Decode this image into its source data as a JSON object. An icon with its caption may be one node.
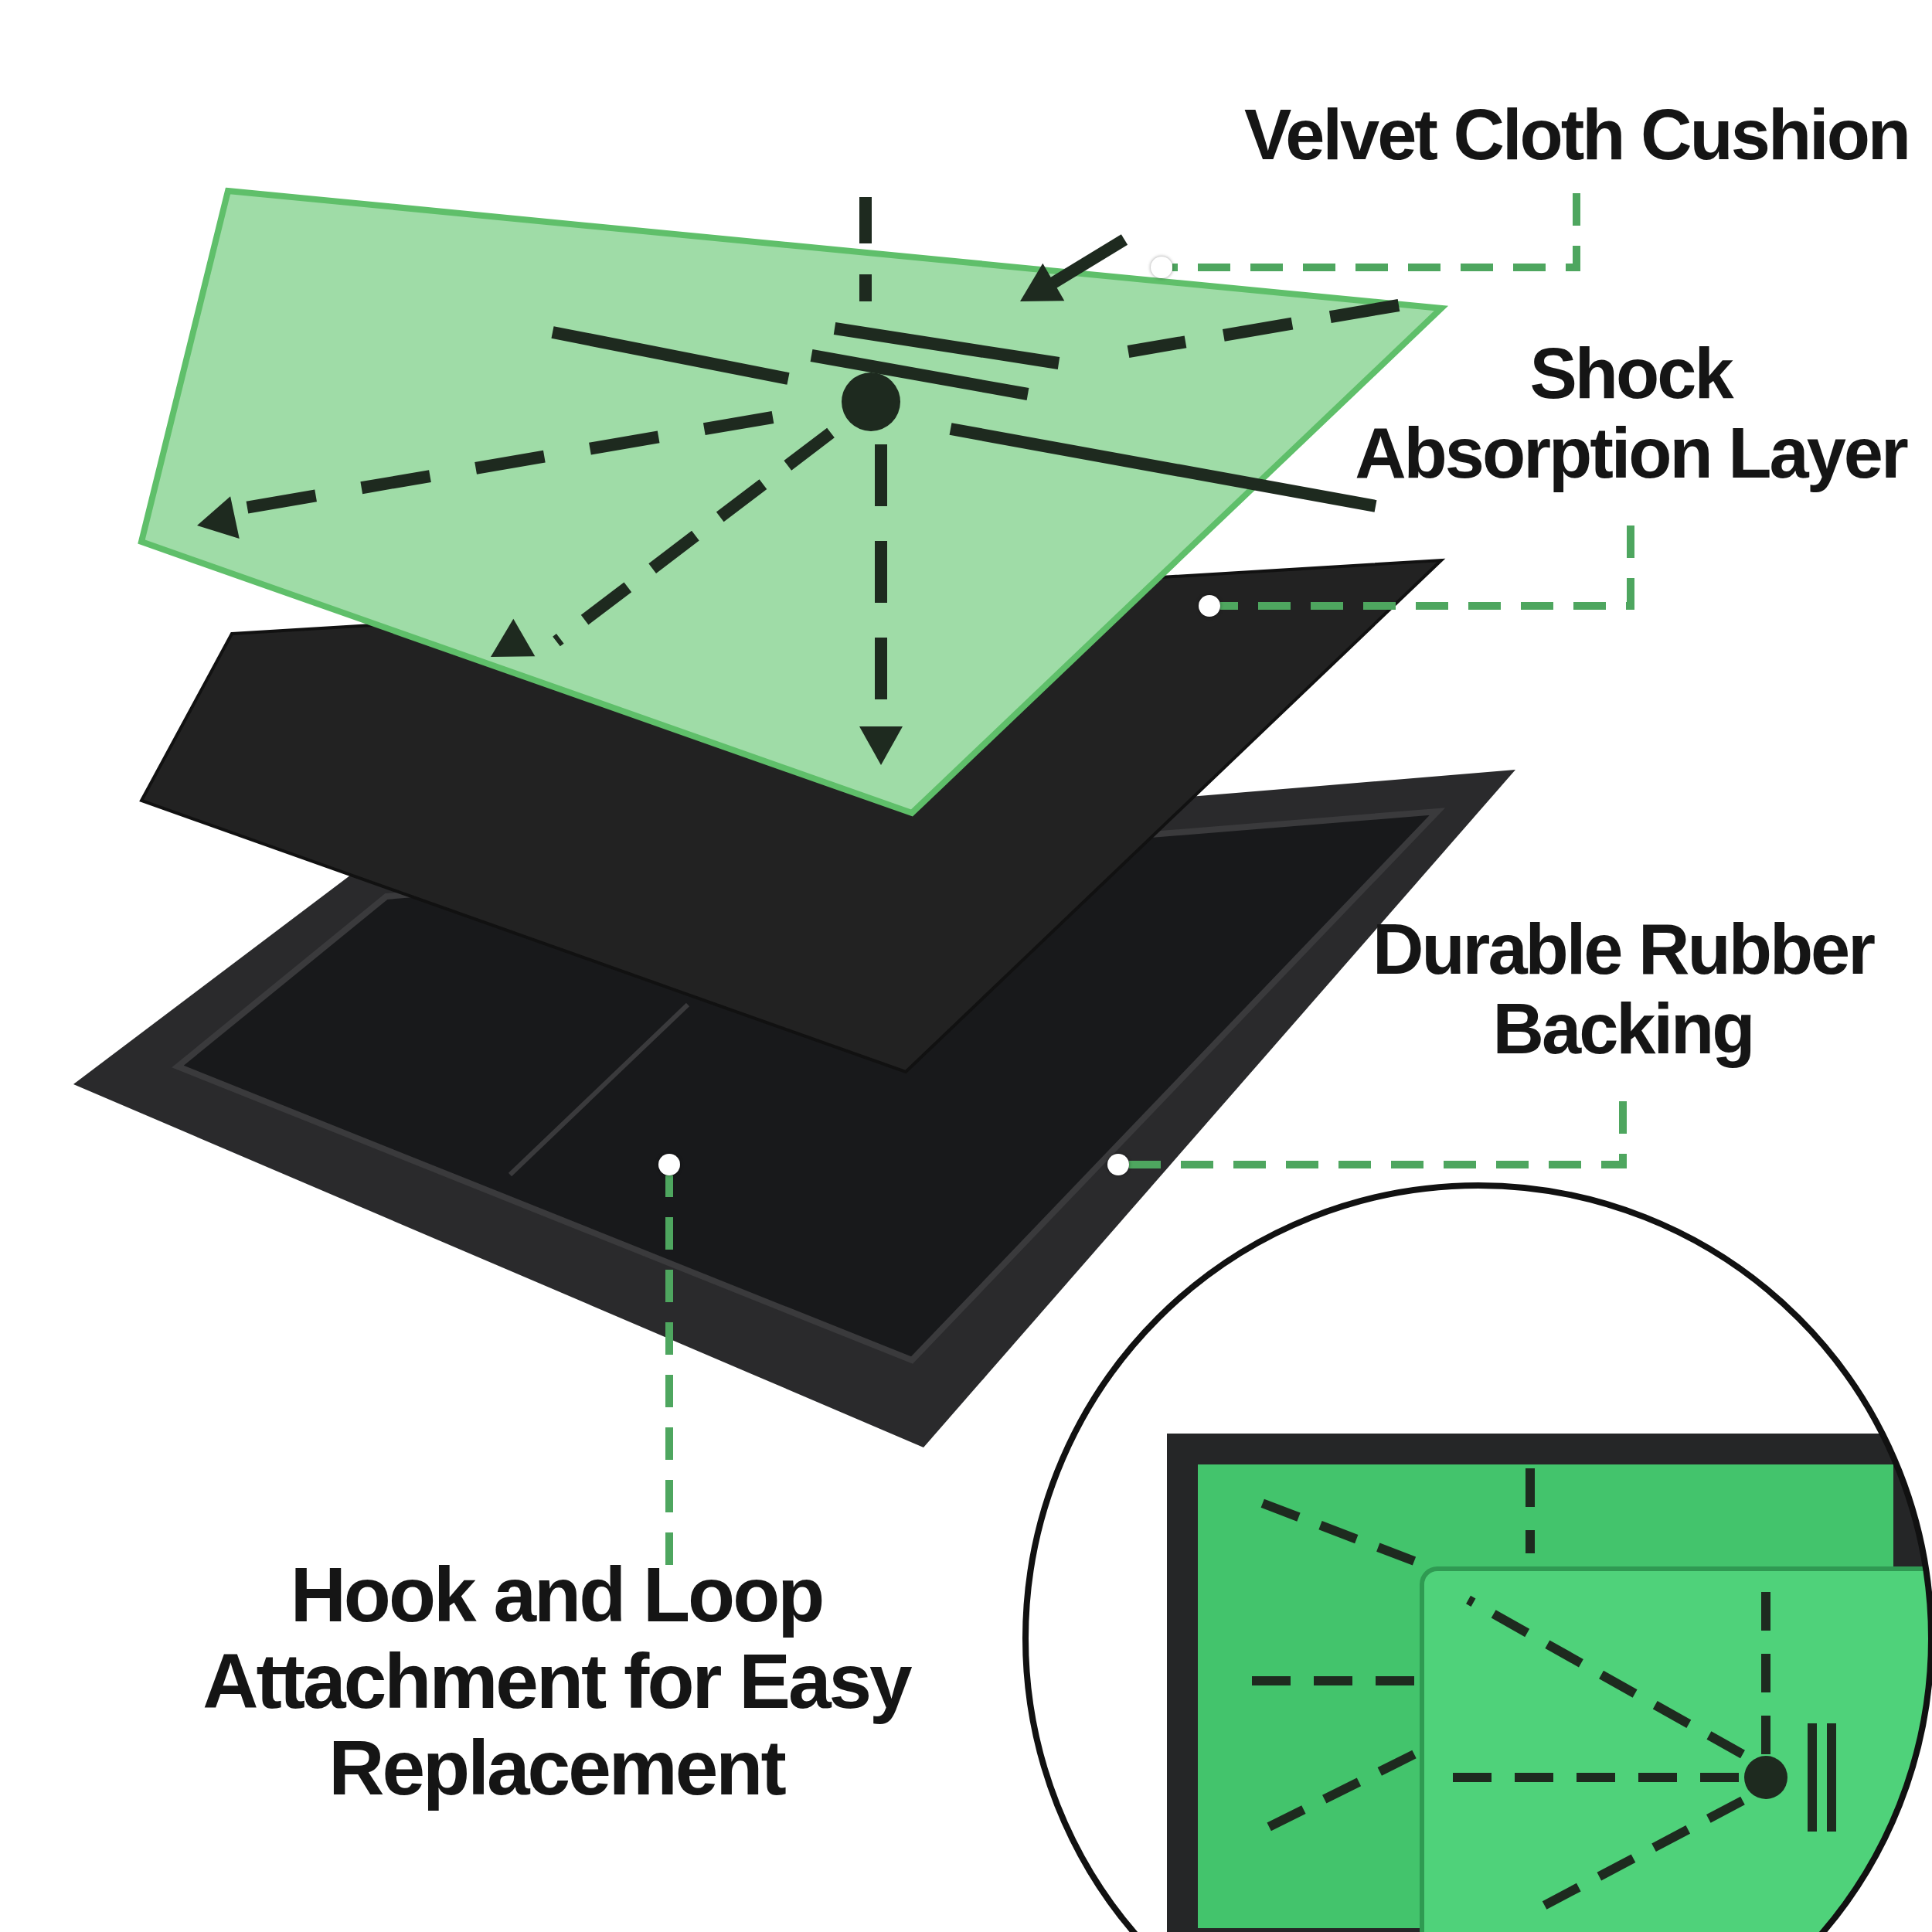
{
  "diagram": {
    "nodes": [
      {
        "text": [
          "Velvet Cloth Cushion"
        ]
      },
      {
        "text": [
          "Shock Absorption Layer"
        ]
      },
      {
        "text": [
          "Durable Rubber Backing"
        ]
      },
      {
        "text": [
          "Hook and Loop Attachment for Easy Replacement"
        ]
      },
      {
        "text": [],
        "shape": "circle"
      },
      {
        "text": [],
        "shape": "circle"
      },
      {
        "text": [],
        "shape": "circle"
      },
      {
        "text": [],
        "shape": "circle"
      }
    ],
    "edges": [
      {
        "from": 0,
        "to": 4,
        "arrow": "none",
        "style": "dashed"
      },
      {
        "from": 1,
        "to": 5,
        "arrow": "none",
        "style": "dashed"
      },
      {
        "from": 2,
        "to": 6,
        "arrow": "none",
        "style": "dashed"
      },
      {
        "from": 3,
        "to": 7,
        "arrow": "none",
        "style": "dashed"
      }
    ]
  }
}
